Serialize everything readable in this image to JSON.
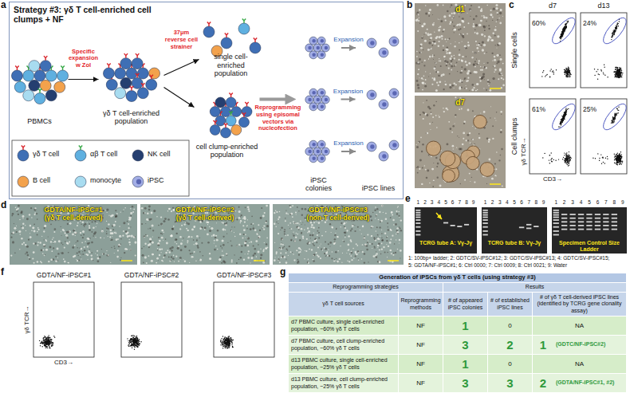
{
  "diagram": {
    "nodes": [
      {
        "text": [
          "Strategy #3: γδ T cell-enriched cell clumps + NF"
        ]
      },
      {
        "text": [
          "PBMCs"
        ],
        "in": 0
      },
      {
        "text": [
          "γδ T cell-enriched population"
        ],
        "in": 0
      },
      {
        "text": [
          "single cell-enriched population"
        ],
        "in": 0
      },
      {
        "text": [
          "cell clump-enriched population"
        ],
        "in": 0
      },
      {
        "text": [
          "iPSC colonies"
        ],
        "in": 0
      },
      {
        "text": [
          "iPSC lines"
        ],
        "in": 0
      }
    ],
    "edges": [
      {
        "from": 1,
        "to": 2,
        "label": "Specific expansion w Zol",
        "arrow": "to"
      },
      {
        "from": 2,
        "to": 3,
        "label": "37μm reverse cell strainer",
        "arrow": "to"
      },
      {
        "from": 2,
        "to": 4,
        "arrow": "to"
      },
      {
        "from": 4,
        "to": 5,
        "label": "Reprogramming using episomal vectors via nucleofection",
        "arrow": "to"
      },
      {
        "from": 5,
        "to": 6,
        "label": "Expansion",
        "arrow": "to"
      }
    ],
    "labels": [
      "a",
      "b",
      "c",
      "d",
      "e",
      "f",
      "g",
      "Expansion",
      "Expansion",
      "d1",
      "d7",
      "d7",
      "d13",
      "Single cells",
      "Cell clumps",
      "60%",
      "24%",
      "61%",
      "25%",
      "γδ TCR→",
      "CD3→",
      "GDTA/NF-iPSC#1",
      "(γδ T cell-derived)",
      "GDTA/NF-iPSC#2",
      "(γδ T cell-derived)",
      "GDTA/NF-iPSC#3",
      "(non-T cell-derived)",
      "1",
      "2",
      "3",
      "4",
      "5",
      "6",
      "7",
      "8",
      "9",
      "1",
      "2",
      "3",
      "4",
      "5",
      "6",
      "7",
      "8",
      "9",
      "1",
      "2",
      "3",
      "4",
      "5",
      "6",
      "7",
      "8",
      "9",
      "TCRG tube A: Vγ-Jγ",
      "TCRG tube B: Vγ-Jγ",
      "Specimen Control Size Ladder",
      "1: 100bp+ ladder; 2: GDTC/SV-iPSC#12; 3: GDTC/SV-iPSC#13; 4: GDTC/SV-iPSC#15;",
      "5: GDTA/NF-iPSC#1; 6: Ctrl 0000; 7: Ctrl 0009; 8: Ctrl 0021; 9: Water",
      "GDTA/NF-iPSC#1",
      "GDTA/NF-iPSC#2",
      "GDTA/NF-iPSC#3",
      "γδ TCR→",
      "CD3→",
      "Generation of iPSCs from γδ T cells (using strategy #3)",
      "Reprogramming strategies",
      "Results",
      "γδ T cell sources",
      "Reprogramming methods",
      "# of appeared iPSC colonies",
      "# of established iPSC lines",
      "# of γδ T cell-derived iPSC lines (identified by TCRG gene clonality assay)",
      "d7 PBMC culture, single cell-enriched population, ~60% γδ T cells",
      "NF",
      "1",
      "0",
      "NA",
      "d7 PBMC culture, cell clump-enriched population, ~60% γδ T cells",
      "NF",
      "3",
      "2",
      "1",
      "(GDTC/NF-iPSC#2)",
      "d13 PBMC culture, single cell-enriched population, ~25% γδ T cells",
      "NF",
      "1",
      "0",
      "NA",
      "d13 PBMC culture, cell clump-enriched population, ~25% γδ T cells",
      "NF",
      "3",
      "3",
      "2",
      "(GDTA/NF-iPSC#1, #2)"
    ],
    "legend": [
      {
        "text": "γδ T cell"
      },
      {
        "text": "αβ T cell"
      },
      {
        "text": "NK cell"
      },
      {
        "text": "B cell"
      },
      {
        "text": "monocyte"
      },
      {
        "text": "iPSC"
      }
    ]
  }
}
